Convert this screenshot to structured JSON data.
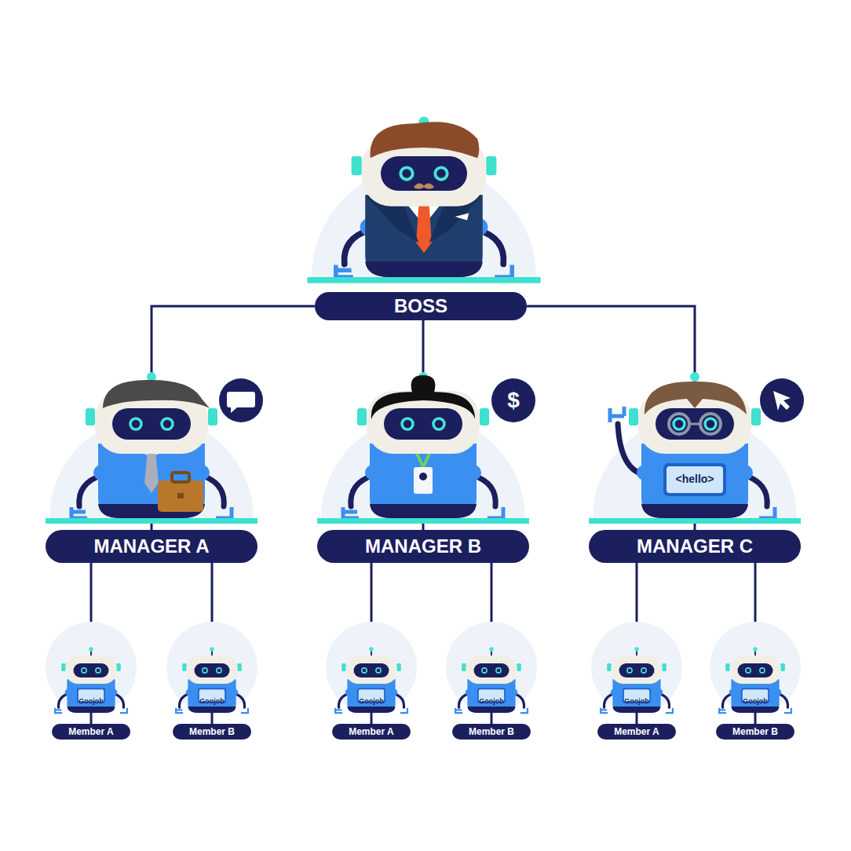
{
  "diagram": {
    "nodes": [
      {
        "text": [
          "BOSS"
        ]
      },
      {
        "text": [
          "MANAGER A"
        ]
      },
      {
        "text": [
          "MANAGER B"
        ]
      },
      {
        "text": [
          "MANAGER C"
        ]
      },
      {
        "text": [
          "Member A"
        ]
      },
      {
        "text": [
          "Member B"
        ]
      },
      {
        "text": [
          "Member A"
        ]
      },
      {
        "text": [
          "Member B"
        ]
      },
      {
        "text": [
          "Member A"
        ]
      },
      {
        "text": [
          "Member B"
        ]
      }
    ],
    "edges": [
      {
        "from": 0,
        "to": 1,
        "arrow": "none"
      },
      {
        "from": 0,
        "to": 2,
        "arrow": "none"
      },
      {
        "from": 0,
        "to": 3,
        "arrow": "none"
      },
      {
        "from": 1,
        "to": 4,
        "arrow": "none"
      },
      {
        "from": 1,
        "to": 5,
        "arrow": "none"
      },
      {
        "from": 2,
        "to": 6,
        "arrow": "none"
      },
      {
        "from": 2,
        "to": 7,
        "arrow": "none"
      },
      {
        "from": 3,
        "to": 8,
        "arrow": "none"
      },
      {
        "from": 3,
        "to": 9,
        "arrow": "none"
      }
    ],
    "labels": [
      "$",
      "<hello>",
      "Goojob",
      "Goojob",
      "Goojob",
      "Goojob",
      "Goojob",
      "Goojob"
    ]
  }
}
